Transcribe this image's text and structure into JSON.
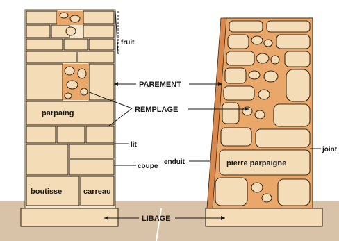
{
  "labels": {
    "fruit": "fruit",
    "parement": "PAREMENT",
    "remplage": "REMPLAGE",
    "parpaing": "parpaing",
    "lit": "lit",
    "coupe": "coupe",
    "boutisse": "boutisse",
    "carreau": "carreau",
    "libage": "LIBAGE",
    "enduit": "enduit",
    "pierre_parpaigne": "pierre parpaigne",
    "joint": "joint"
  },
  "colors": {
    "stone": "#f3dcb6",
    "mortar": "#e9a86a",
    "ground": "#d8c2a8",
    "outline": "#3a2a1a"
  }
}
